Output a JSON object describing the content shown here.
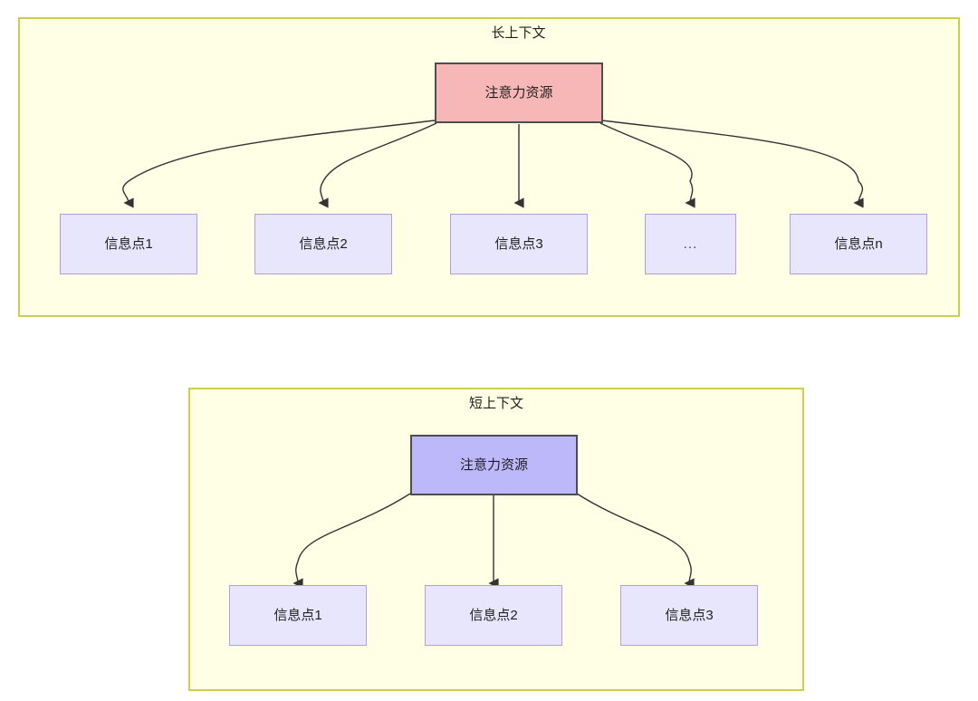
{
  "diagram": {
    "background": "#ffffff",
    "panel_fill": "#ffffe6",
    "panel_stroke": "#ccce4c",
    "edge_color": "#333333",
    "panels": [
      {
        "id": "long-context",
        "title": "长上下文",
        "attention_node": {
          "label": "注意力资源",
          "fill": "#f8b7b7",
          "stroke": "#4d4d4d"
        },
        "info_nodes": [
          {
            "label": "信息点1"
          },
          {
            "label": "信息点2"
          },
          {
            "label": "信息点3"
          },
          {
            "label": "..."
          },
          {
            "label": "信息点n"
          }
        ],
        "info_fill": "#e8e6fc",
        "info_stroke": "#b39ddb"
      },
      {
        "id": "short-context",
        "title": "短上下文",
        "attention_node": {
          "label": "注意力资源",
          "fill": "#bdb8fa",
          "stroke": "#4d4d4d"
        },
        "info_nodes": [
          {
            "label": "信息点1"
          },
          {
            "label": "信息点2"
          },
          {
            "label": "信息点3"
          }
        ],
        "info_fill": "#e8e6fc",
        "info_stroke": "#b39ddb"
      }
    ]
  }
}
